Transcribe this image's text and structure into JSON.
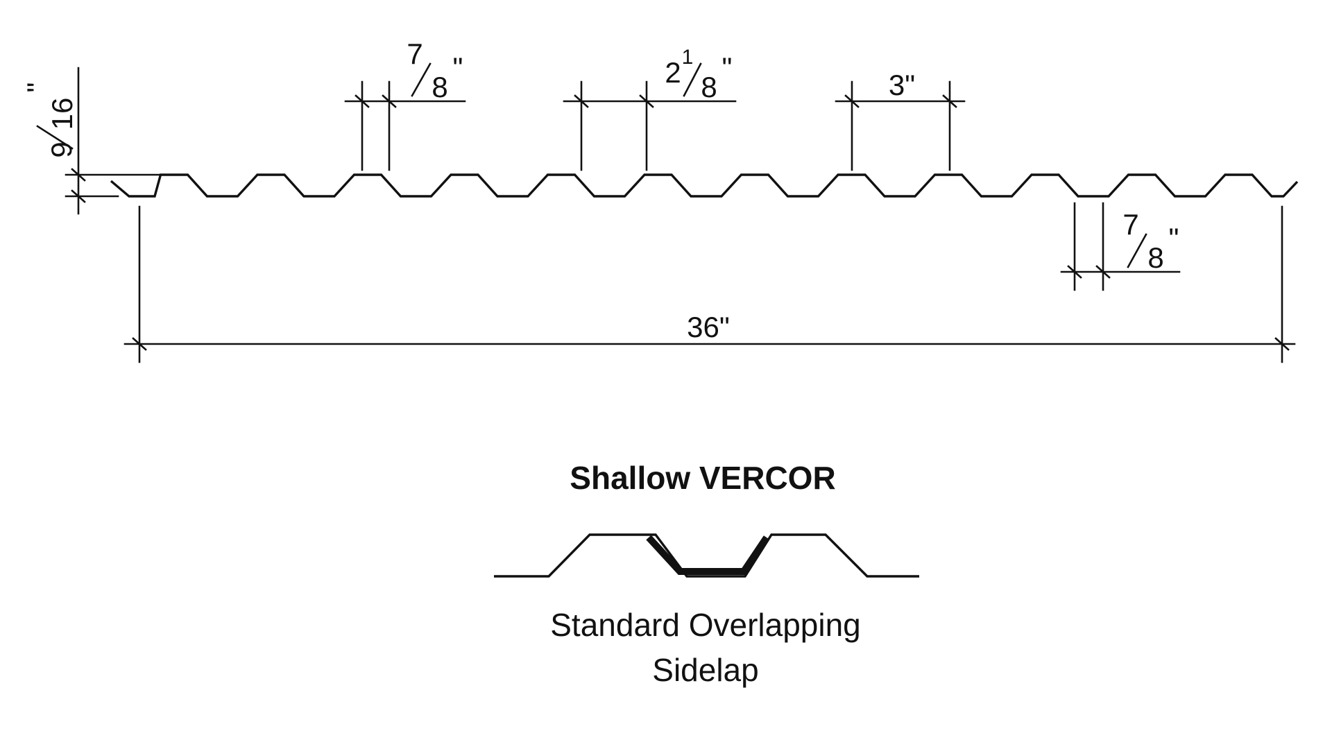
{
  "colors": {
    "line": "#111111",
    "background": "#ffffff"
  },
  "panel_profile": {
    "dimensions": {
      "panel_height": {
        "num": "9",
        "den": "16",
        "unit": "\""
      },
      "crest_flat": {
        "num": "7",
        "den": "8",
        "unit": "\""
      },
      "pitch_segment": {
        "whole": "2",
        "num": "1",
        "den": "8",
        "unit": "\""
      },
      "rib_pitch": "3\"",
      "valley_flat": {
        "num": "7",
        "den": "8",
        "unit": "\""
      },
      "coverage_width": "36\""
    }
  },
  "sidelap": {
    "title": "Shallow VERCOR",
    "caption_line1": "Standard Overlapping",
    "caption_line2": "Sidelap"
  }
}
